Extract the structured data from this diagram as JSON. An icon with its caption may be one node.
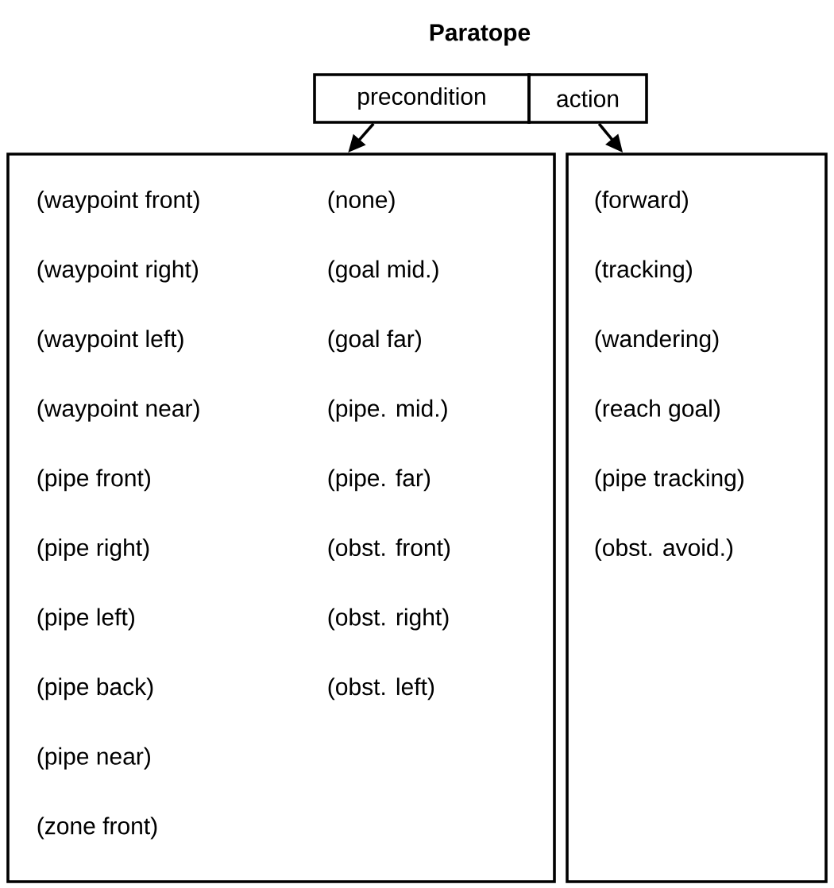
{
  "diagram": {
    "title": "Paratope",
    "nodes": [
      {
        "text": [
          "precondition"
        ]
      },
      {
        "text": [
          "action"
        ]
      },
      {
        "text": [
          "(waypoint front)",
          "(waypoint right)",
          "(waypoint left)",
          "(waypoint near)",
          "(pipe front)",
          "(pipe right)",
          "(pipe left)",
          "(pipe back)",
          "(pipe near)",
          "(zone front)",
          "(none)",
          "(goal mid.)",
          "(goal far)",
          "(pipe. mid.)",
          "(pipe. far)",
          "(obst. front)",
          "(obst. right)",
          "(obst. left)"
        ]
      },
      {
        "text": [
          "(forward)",
          "(tracking)",
          "(wandering)",
          "(reach goal)",
          "(pipe tracking)",
          "(obst. avoid.)"
        ]
      }
    ],
    "edges": [
      {
        "from": 0,
        "to": 2,
        "arrow": "to"
      },
      {
        "from": 1,
        "to": 3,
        "arrow": "to"
      }
    ]
  }
}
